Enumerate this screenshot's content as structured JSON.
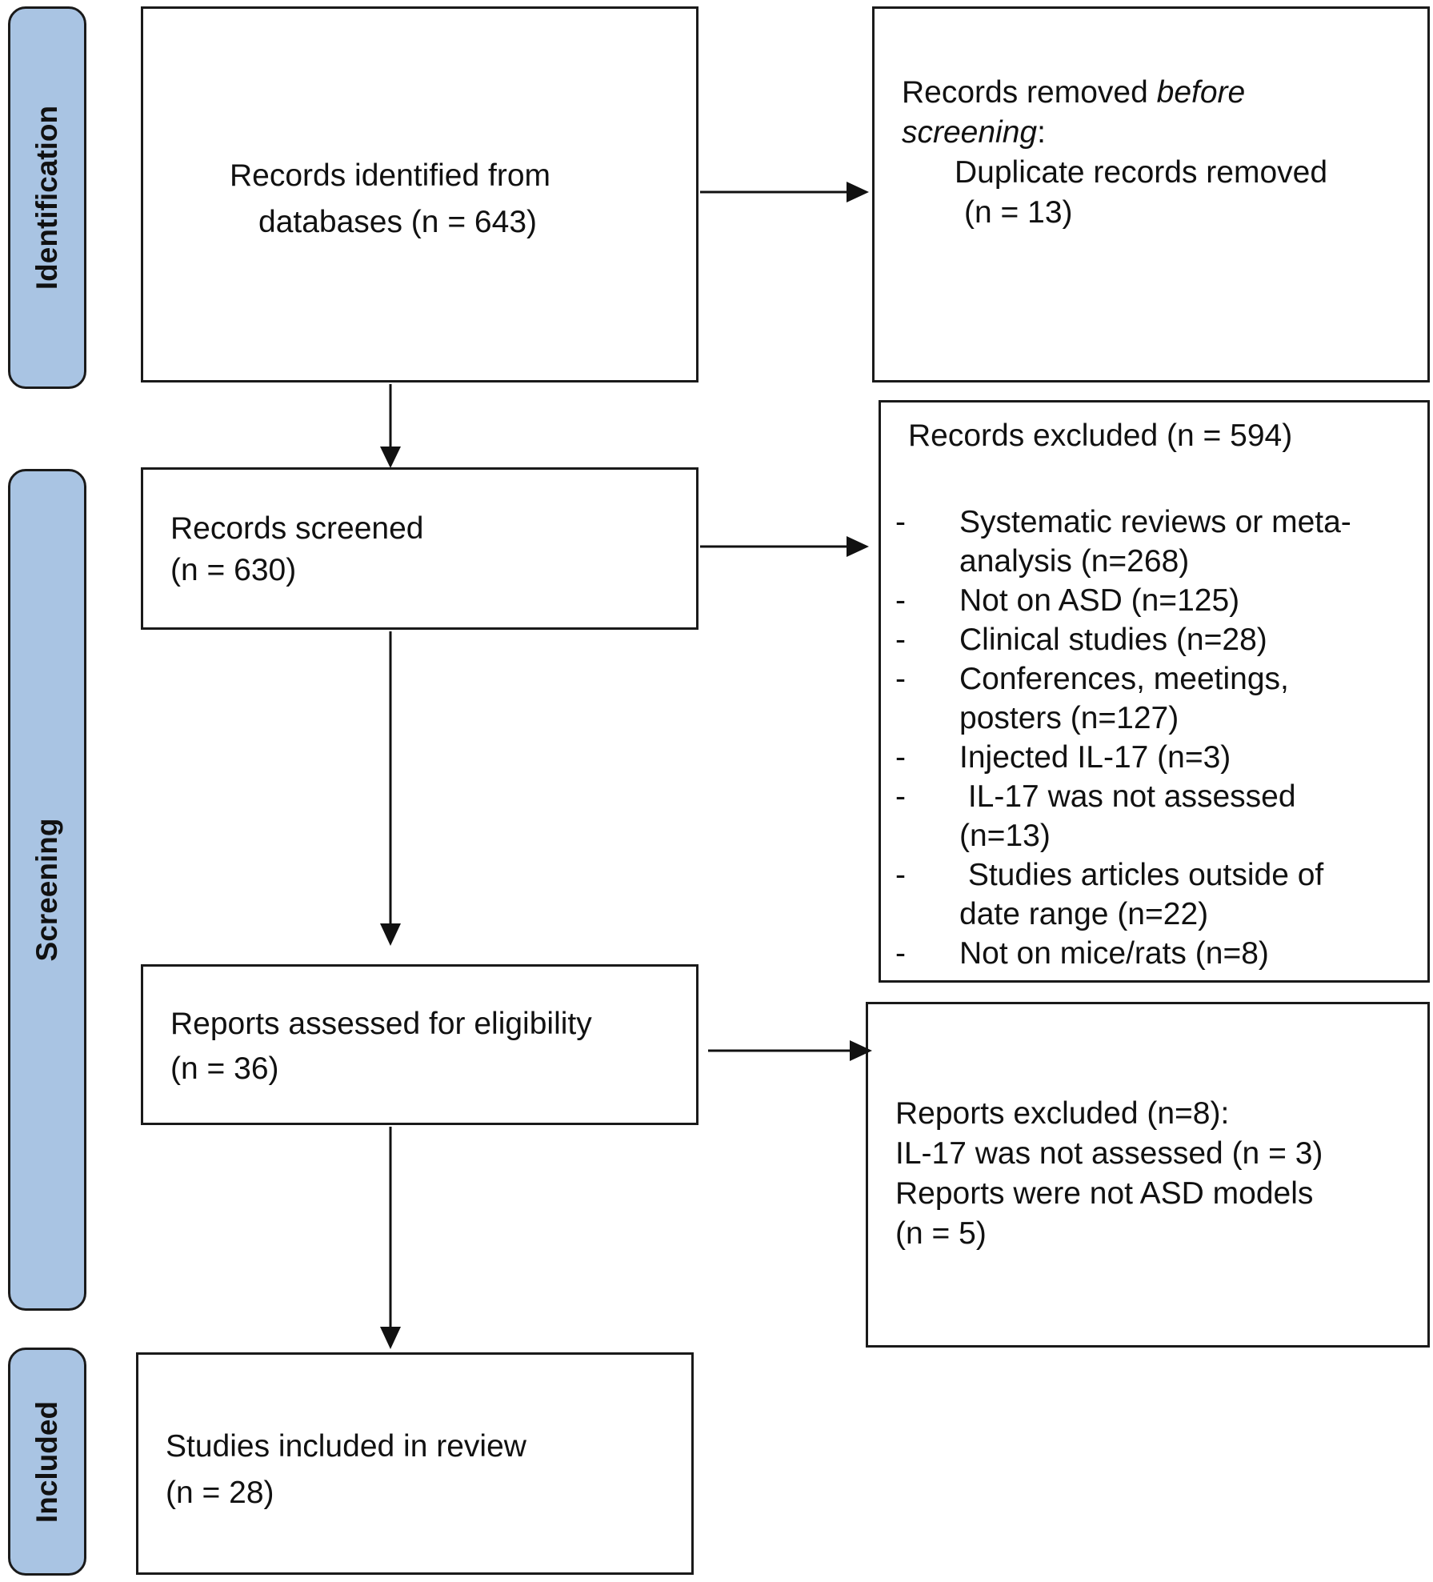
{
  "phases": {
    "identification": "Identification",
    "screening": "Screening",
    "included": "Included"
  },
  "identified": {
    "line1": "Records identified from",
    "line2": "databases (n = 643)"
  },
  "removed_before": {
    "line1_a": "Records removed ",
    "line1_b": "before",
    "line2_a": "screening",
    "line2_b": ":",
    "line3": "Duplicate records removed",
    "line4": "(n = 13)"
  },
  "screened": {
    "line1": "Records screened",
    "line2": "(n = 630)"
  },
  "records_excluded": {
    "title": "Records excluded (n = 594)",
    "items": [
      [
        "Systematic reviews or meta-",
        "analysis (n=268)"
      ],
      [
        "Not on ASD (n=125)"
      ],
      [
        "Clinical studies (n=28)"
      ],
      [
        "Conferences, meetings,",
        "posters (n=127)"
      ],
      [
        "Injected IL-17 (n=3)"
      ],
      [
        " IL-17 was not assessed",
        "(n=13)"
      ],
      [
        " Studies articles outside of",
        "date range (n=22)"
      ],
      [
        "Not on mice/rats (n=8)"
      ]
    ]
  },
  "eligibility": {
    "line1": "Reports assessed for eligibility",
    "line2": "(n = 36)"
  },
  "reports_excluded": {
    "line1": "Reports excluded (n=8):",
    "line2": "IL-17 was not assessed (n = 3)",
    "line3": "Reports were not ASD models",
    "line4": "(n = 5)"
  },
  "included_box": {
    "line1": "Studies included in review",
    "line2": "(n = 28)"
  }
}
